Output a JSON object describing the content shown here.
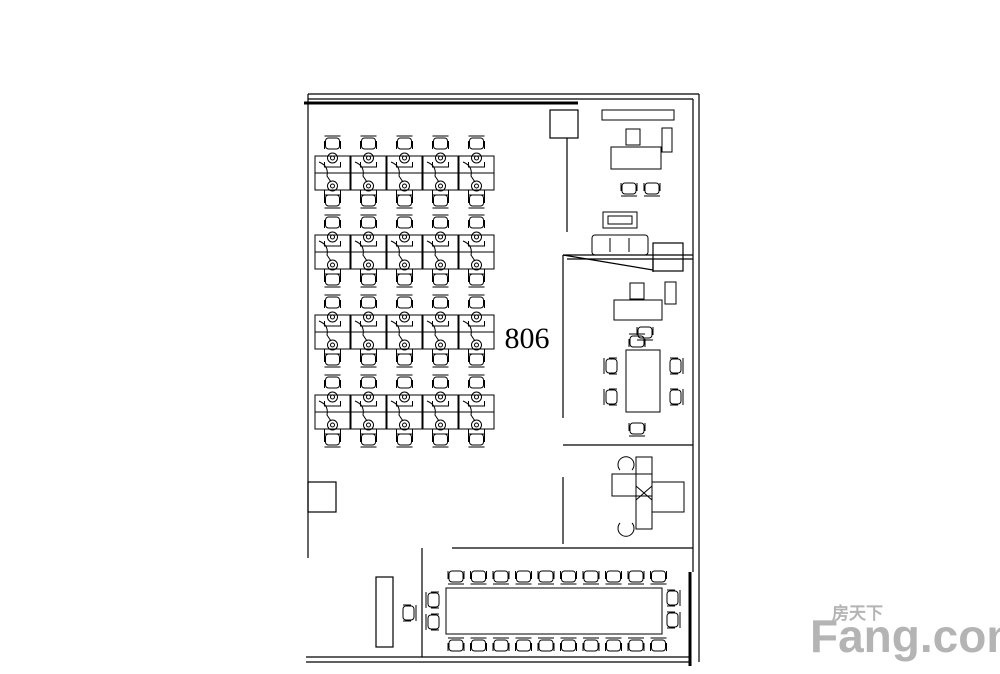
{
  "plan": {
    "room_number": "806"
  },
  "watermark": {
    "brand": "Fang.com",
    "sub": "房天下"
  },
  "colors": {
    "line": "#000000",
    "background": "#ffffff",
    "watermark": "#b4b4b4"
  }
}
